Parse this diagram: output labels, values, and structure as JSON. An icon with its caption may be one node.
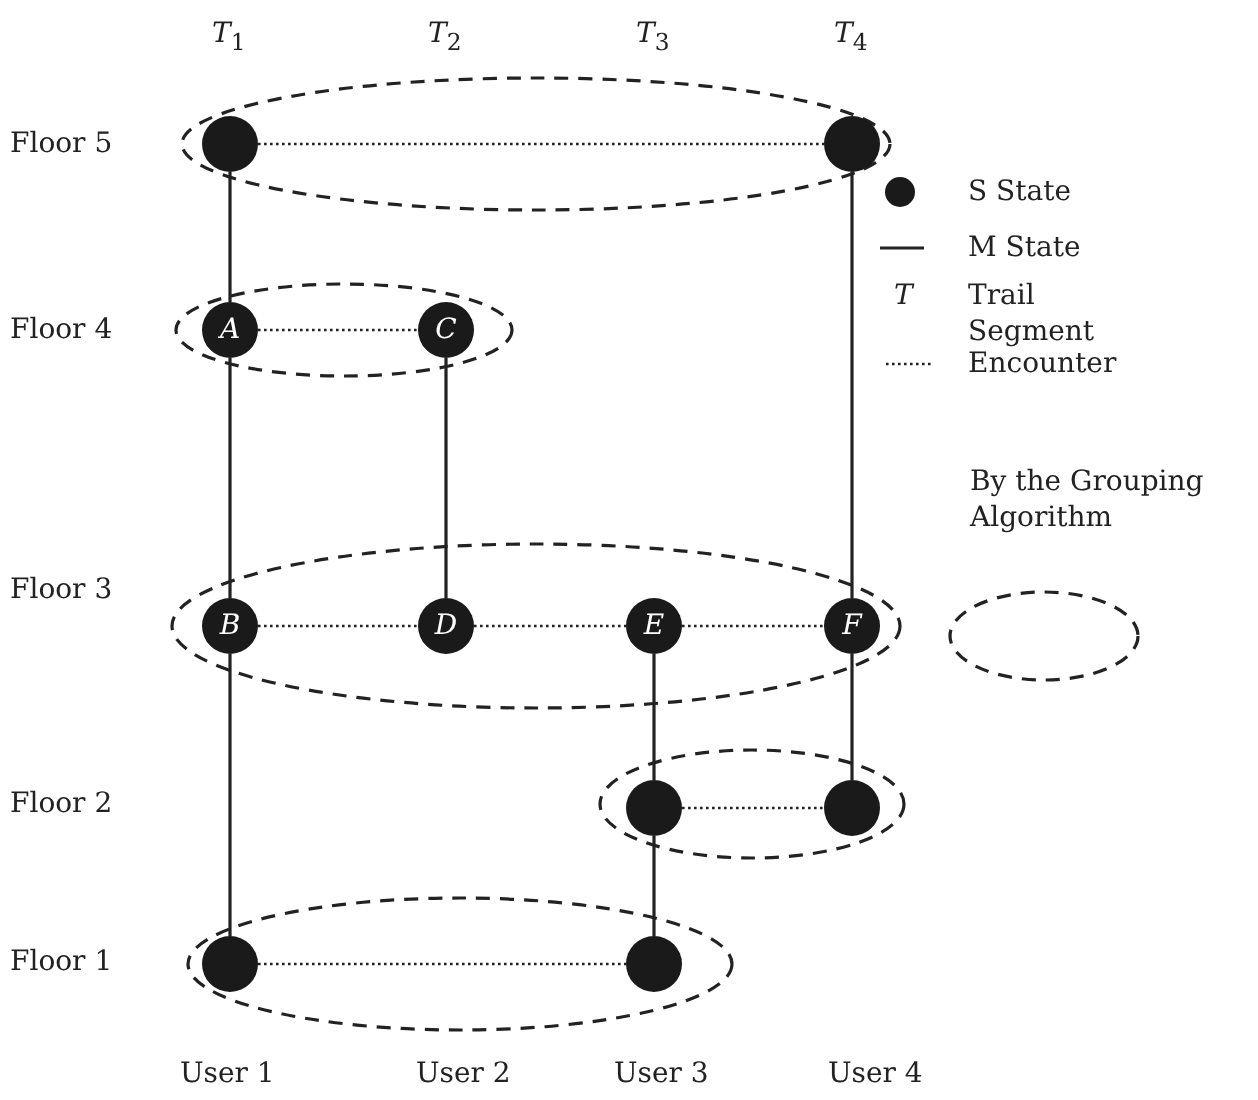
{
  "diagram": {
    "nodes": [
      {
        "text": [],
        "shape": "ellipse"
      },
      {
        "text": [],
        "shape": "circle",
        "in": 0
      },
      {
        "text": [],
        "shape": "circle",
        "in": 0
      },
      {
        "text": [],
        "shape": "ellipse"
      },
      {
        "text": [
          "A"
        ],
        "in": 3
      },
      {
        "text": [
          "C"
        ],
        "in": 3
      },
      {
        "text": [],
        "shape": "ellipse"
      },
      {
        "text": [
          "B"
        ],
        "in": 6
      },
      {
        "text": [
          "D"
        ],
        "in": 6
      },
      {
        "text": [
          "E"
        ],
        "in": 6
      },
      {
        "text": [
          "F"
        ],
        "in": 6
      },
      {
        "text": [],
        "shape": "ellipse"
      },
      {
        "text": [],
        "shape": "circle",
        "in": 11
      },
      {
        "text": [],
        "shape": "circle",
        "in": 11
      },
      {
        "text": [],
        "shape": "ellipse"
      },
      {
        "text": [],
        "shape": "circle",
        "in": 14
      },
      {
        "text": [],
        "shape": "circle",
        "in": 14
      }
    ],
    "edges": [
      {
        "from": 1,
        "to": 2,
        "arrow": "none",
        "style": "dashed"
      },
      {
        "from": 1,
        "to": 4,
        "arrow": "none"
      },
      {
        "from": 2,
        "to": 10,
        "arrow": "none"
      },
      {
        "from": 4,
        "to": 5,
        "arrow": "none",
        "style": "dashed"
      },
      {
        "from": 4,
        "to": 7,
        "arrow": "none"
      },
      {
        "from": 5,
        "to": 8,
        "arrow": "none"
      },
      {
        "from": 7,
        "to": 8,
        "arrow": "none",
        "style": "dashed"
      },
      {
        "from": 8,
        "to": 9,
        "arrow": "none",
        "style": "dashed"
      },
      {
        "from": 9,
        "to": 10,
        "arrow": "none",
        "style": "dashed"
      },
      {
        "from": 7,
        "to": 15,
        "arrow": "none"
      },
      {
        "from": 9,
        "to": 12,
        "arrow": "none"
      },
      {
        "from": 10,
        "to": 13,
        "arrow": "none"
      },
      {
        "from": 12,
        "to": 13,
        "arrow": "none",
        "style": "dashed"
      },
      {
        "from": 12,
        "to": 16,
        "arrow": "none"
      },
      {
        "from": 15,
        "to": 16,
        "arrow": "none",
        "style": "dashed"
      }
    ],
    "labels": [
      "*T*$_{1}$",
      "*T*$_{2}$",
      "*T*$_{3}$",
      "*T*$_{4}$",
      "Floor 5",
      "Floor 4",
      "Floor 3",
      "Floor 2",
      "Floor 1",
      "*T*",
      "User 1",
      "User 2",
      "User 3",
      "User 4"
    ],
    "legend": [
      {
        "text": "S State"
      },
      {
        "text": "M State"
      },
      {
        "text": "Trail Segment"
      },
      {
        "text": "Encounter"
      },
      {
        "text": "By the Grouping Algorithm"
      }
    ]
  }
}
